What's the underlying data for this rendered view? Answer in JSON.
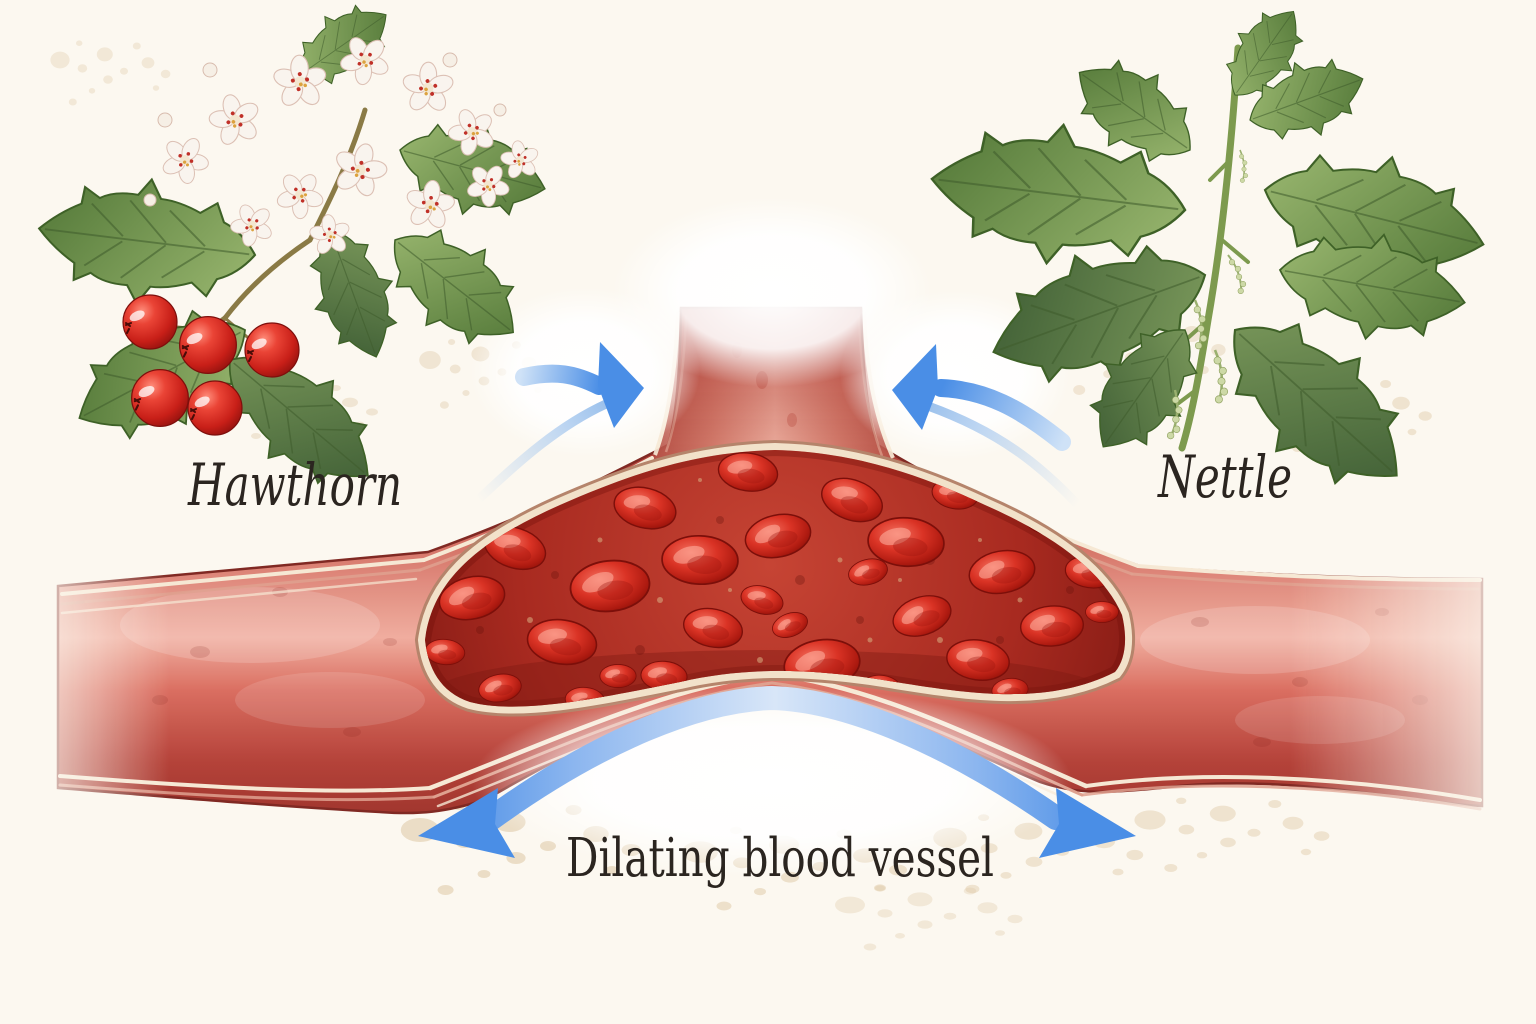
{
  "labels": {
    "left_plant": "Hawthorn",
    "right_plant": "Nettle",
    "vessel_caption": "Dilating blood vessel"
  },
  "icons": {
    "left_plant_illustration": "hawthorn-branch-with-white-flowers-red-berries",
    "right_plant_illustration": "stinging-nettle-leaves",
    "center_illustration": "dilating-blood-vessel-cutaway-with-red-blood-cells",
    "left_inflow_arrow": "blue-arrow-pointing-right-into-vessel",
    "right_inflow_arrow": "blue-arrow-pointing-left-into-vessel",
    "dilation_arrow": "double-headed-blue-arc-arrow-outward"
  },
  "colors": {
    "paper": "#fcf8f0",
    "speckle": "#dcc49e",
    "arrow_blue": "#4a8ee6",
    "arrow_blue_light": "#cfe2f7",
    "vessel_red": "#c7554a",
    "vessel_highlight": "#f0ab9c",
    "vessel_deep_red": "#9d2f27",
    "wall_cream": "#f6e8d4",
    "wall_pink": "#dfa18f",
    "lumen_red": "#a82a20",
    "blood_cell_red": "#da3325",
    "berry_red": "#ea4436",
    "flower_white": "#f9f4ee",
    "leaf_green": "#6f9552",
    "text": "#2b2520"
  }
}
